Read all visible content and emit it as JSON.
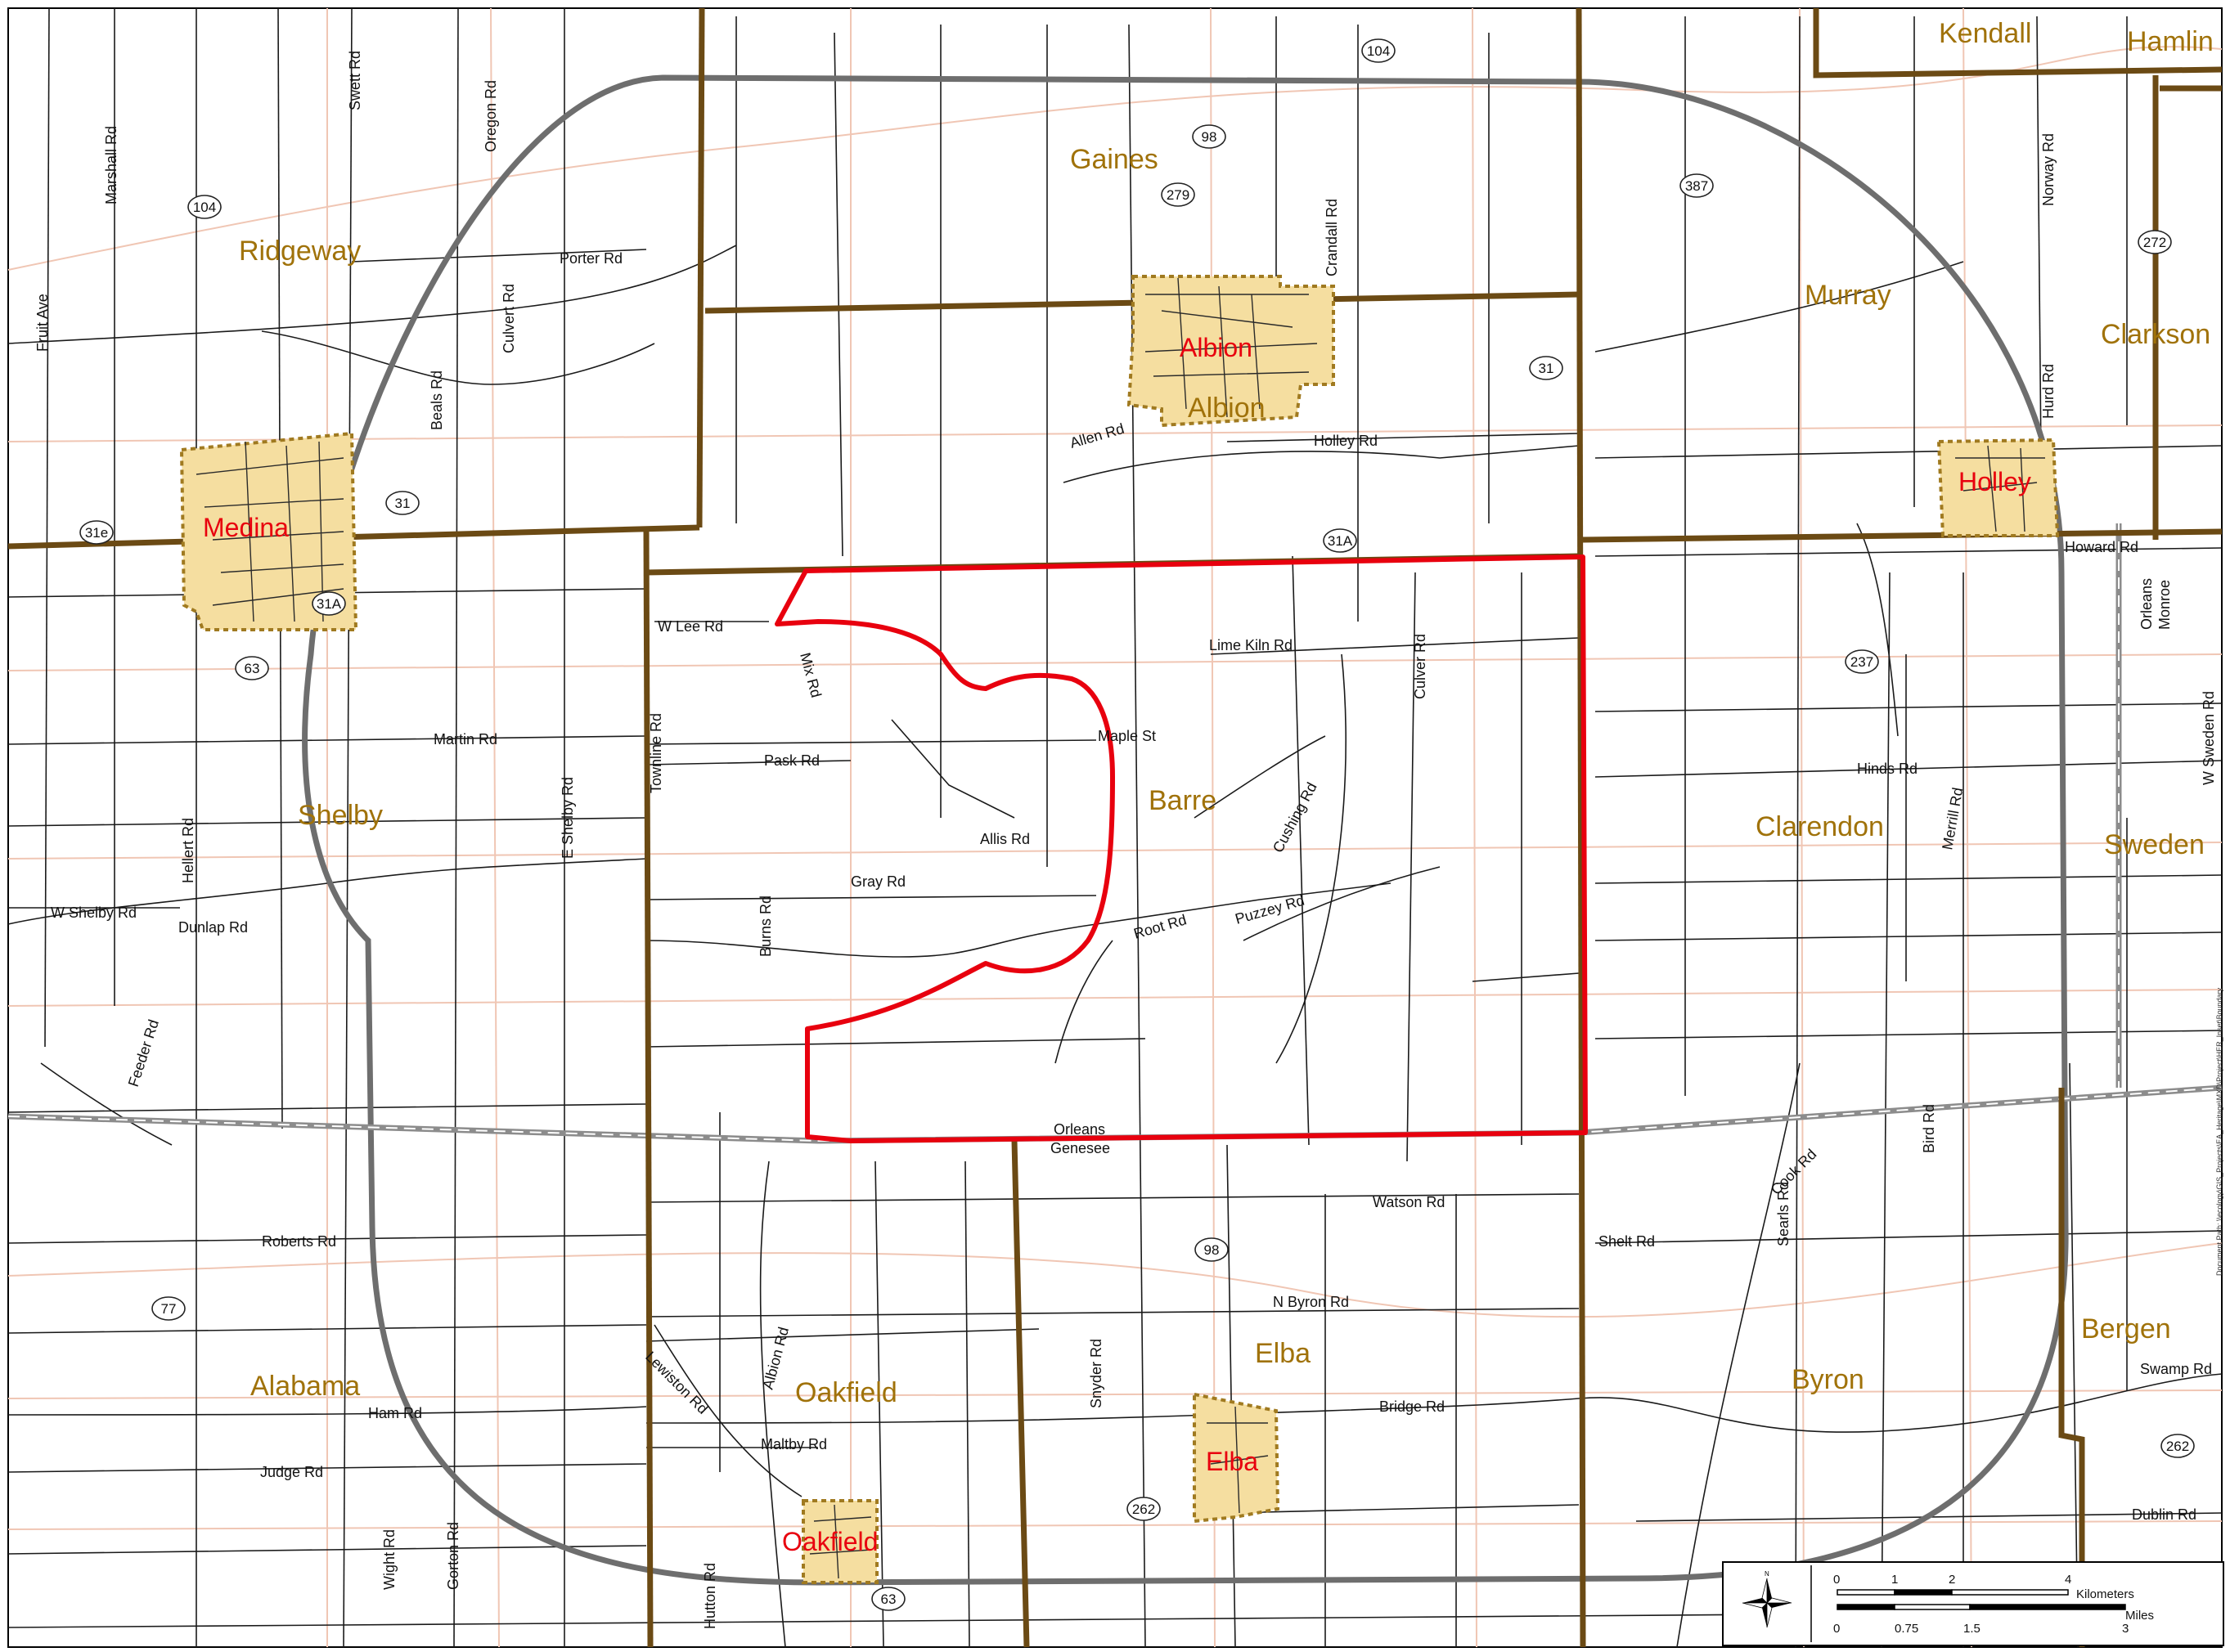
{
  "towns": [
    "Kendall",
    "Hamlin",
    "Gaines",
    "Ridgeway",
    "Murray",
    "Clarkson",
    "Barre",
    "Shelby",
    "Clarendon",
    "Sweden",
    "Bergen",
    "Alabama",
    "Oakfield",
    "Elba",
    "Byron",
    "Albion"
  ],
  "villages": [
    "Albion",
    "Medina",
    "Holley",
    "Elba",
    "Oakfield"
  ],
  "roads": {
    "fruit_ave": "Fruit Ave",
    "marshall_rd": "Marshall Rd",
    "swett_rd": "Swett Rd",
    "oregon_rd": "Oregon Rd",
    "culvert_rd": "Culvert Rd",
    "porter_rd": "Porter Rd",
    "beals_rd": "Beals Rd",
    "crandall_rd": "Crandall Rd",
    "allen_rd": "Allen Rd",
    "holley_rd": "Holley Rd",
    "norway_rd": "Norway Rd",
    "hurd_rd": "Hurd Rd",
    "howard_rd": "Howard Rd",
    "w_lee_rd": "W Lee Rd",
    "mix_rd": "Mix Rd",
    "lime_kiln_rd": "Lime Kiln Rd",
    "culver_rd": "Culver Rd",
    "townline_rd": "Townline Rd",
    "martin_rd": "Martin Rd",
    "e_shelby_rd": "E Shelby Rd",
    "pask_rd": "Pask Rd",
    "maple_st": "Maple St",
    "cushing_rd": "Cushing Rd",
    "hinds_rd": "Hinds Rd",
    "merrill_rd": "Merrill Rd",
    "w_sweden_rd": "W Sweden Rd",
    "allis_rd": "Allis Rd",
    "gray_rd": "Gray Rd",
    "burns_rd": "Burns Rd",
    "hellert_rd": "Hellert Rd",
    "w_shelby_rd": "W Shelby Rd",
    "dunlap_rd": "Dunlap Rd",
    "root_rd": "Root Rd",
    "puzzey_rd": "Puzzey Rd",
    "feeder_rd": "Feeder Rd",
    "cook_rd": "Cook Rd",
    "bird_rd": "Bird Rd",
    "searls_rd": "Searls Rd",
    "watson_rd": "Watson Rd",
    "shelt_rd": "Shelt Rd",
    "roberts_rd": "Roberts Rd",
    "n_byron_rd": "N Byron Rd",
    "snyder_rd": "Snyder Rd",
    "lewiston_rd": "Lewiston Rd",
    "albion_rd": "Albion Rd",
    "ham_rd": "Ham Rd",
    "bridge_rd": "Bridge Rd",
    "swamp_rd": "Swamp Rd",
    "maltby_rd": "Maltby Rd",
    "judge_rd": "Judge Rd",
    "wight_rd": "Wight Rd",
    "gorton_rd": "Gorton Rd",
    "hutton_rd": "Hutton Rd",
    "dublin_rd": "Dublin Rd"
  },
  "county_labels": {
    "orleans_1": "Orleans",
    "genesee": "Genesee",
    "orleans_2": "Orleans",
    "monroe": "Monroe"
  },
  "highways": [
    "104",
    "98",
    "279",
    "387",
    "272",
    "104",
    "31",
    "31",
    "31e",
    "31A",
    "31A",
    "63",
    "237",
    "98",
    "77",
    "262",
    "63",
    "262"
  ],
  "scale_bar": {
    "km_ticks": [
      "0",
      "1",
      "2",
      "4"
    ],
    "km_unit": "Kilometers",
    "mi_ticks": [
      "0",
      "0.75",
      "1.5",
      "3"
    ],
    "mi_unit": "Miles"
  },
  "document_path": "Document Path: \\\\ecology\\GIS_Projects\\EA_Heritage\\MXD\\Project\\HER_Inset\\Boundary",
  "colors": {
    "study_area": "#e8000e",
    "town_boundary": "#6b4a14",
    "county_boundary": "#8c8c8c",
    "buffer_ring": "#6e6e6e",
    "village_fill": "#f5dea0",
    "village_edge": "#a07a20",
    "town_label": "#a0720a",
    "village_label": "#e8000e",
    "minor_road": "#f0c6b4"
  }
}
